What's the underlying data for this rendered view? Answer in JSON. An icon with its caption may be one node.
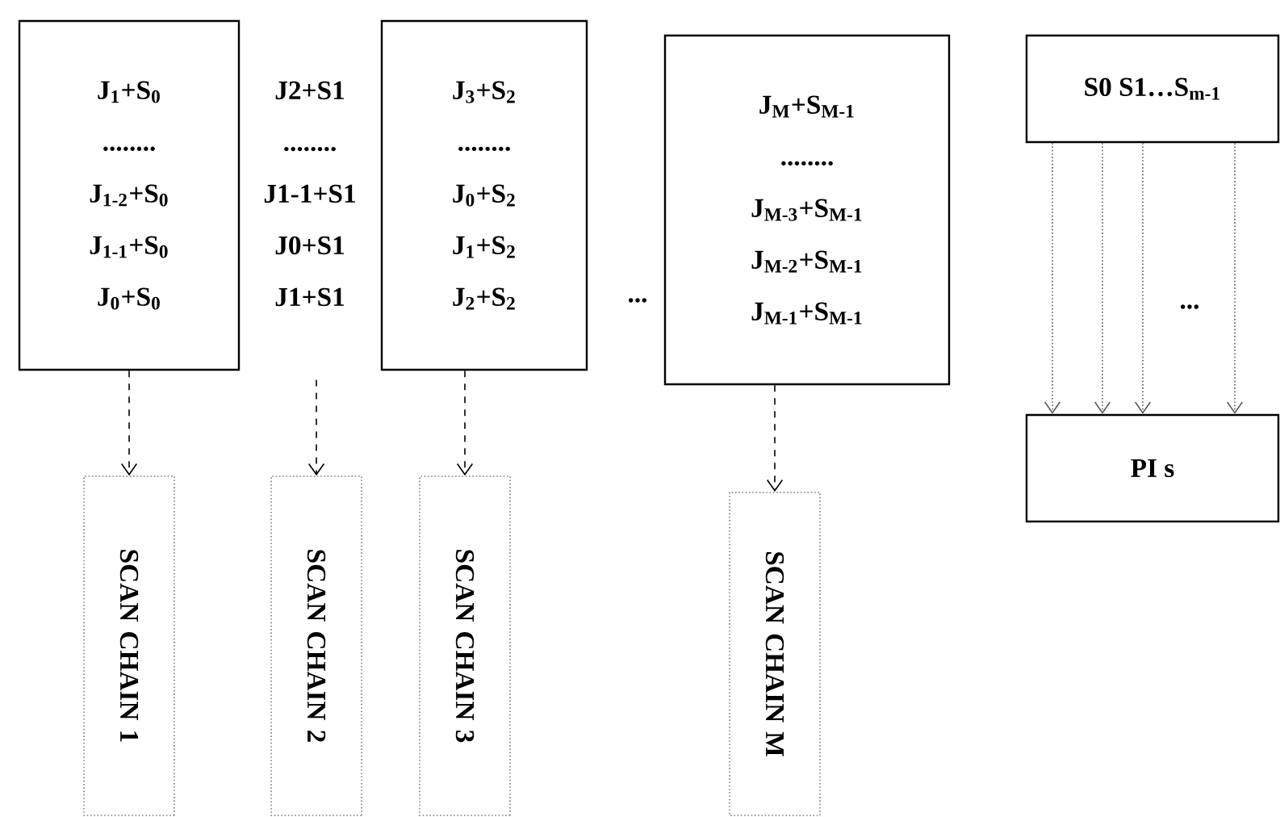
{
  "diagram": {
    "nodes": [
      {
        "text": [
          "J$_{1}$+S$_{0}$",
          "........",
          "J$_{1-2}$+S$_{0}$",
          "J$_{1-1}$+S$_{0}$",
          "J$_{0}$+S$_{0}$"
        ]
      },
      {
        "text": [
          "J2+S1",
          "........",
          "J1-1+S1",
          "J0+S1",
          "J1+S1"
        ]
      },
      {
        "text": [
          "J$_{3}$+S$_{2}$",
          "........",
          "J$_{0}$+S$_{2}$",
          "J$_{1}$+S$_{2}$",
          "J$_{2}$+S$_{2}$"
        ]
      },
      {
        "text": [
          "J$_{M}$+S$_{M-1}$",
          "........",
          "J$_{M-3}$+S$_{M-1}$",
          "J$_{M-2}$+S$_{M-1}$",
          "J$_{M-1}$+S$_{M-1}$"
        ]
      },
      {
        "text": [
          "S0 S1…S$_{m-1}$"
        ]
      },
      {
        "text": [
          "PI s"
        ]
      },
      {
        "text": [
          "SCAN CHAIN 1"
        ]
      },
      {
        "text": [
          "SCAN CHAIN 2"
        ]
      },
      {
        "text": [
          "SCAN CHAIN 3"
        ]
      },
      {
        "text": [
          "SCAN CHAIN M"
        ]
      }
    ],
    "edges": [
      {
        "from": 0,
        "to": 6,
        "arrow": "to",
        "style": "dashed"
      },
      {
        "from": 1,
        "to": 7,
        "arrow": "to",
        "style": "dashed"
      },
      {
        "from": 2,
        "to": 8,
        "arrow": "to",
        "style": "dashed"
      },
      {
        "from": 3,
        "to": 9,
        "arrow": "to",
        "style": "dashed"
      },
      {
        "from": 4,
        "to": 5,
        "arrow": "to",
        "style": "dashed"
      },
      {
        "from": 4,
        "to": 5,
        "arrow": "to",
        "style": "dashed"
      },
      {
        "from": 4,
        "to": 5,
        "arrow": "to",
        "style": "dashed"
      },
      {
        "from": 4,
        "to": 5,
        "arrow": "to",
        "style": "dashed"
      }
    ],
    "labels": [
      "...",
      "..."
    ]
  }
}
